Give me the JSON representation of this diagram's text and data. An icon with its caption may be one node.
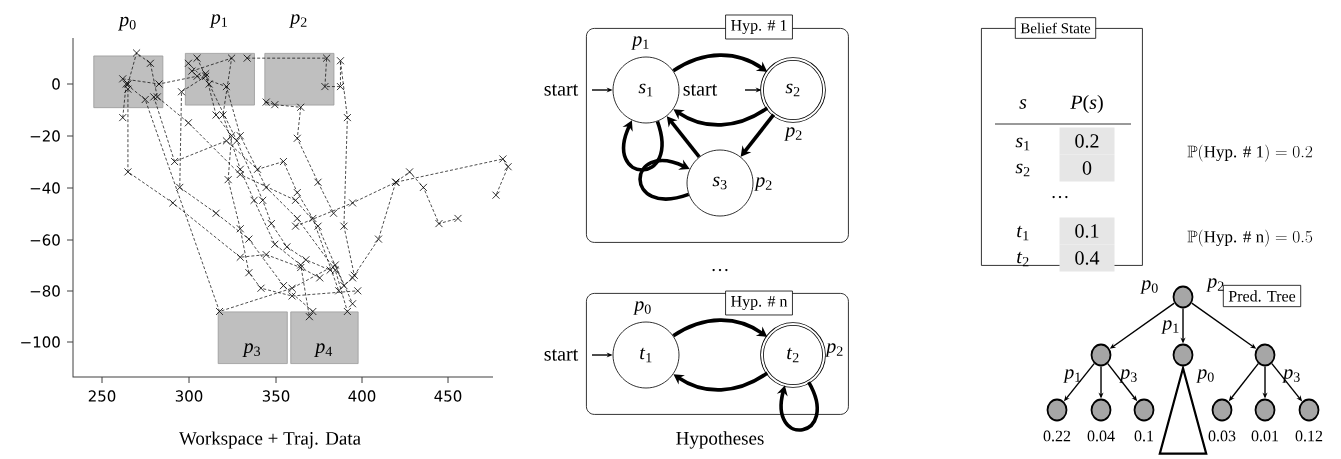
{
  "diagram": {
    "nodes": [
      {
        "text": [
          "*p*$_{0}$"
        ]
      },
      {
        "text": [
          "*p*$_{1}$"
        ]
      },
      {
        "text": [
          "*p*$_{2}$"
        ]
      },
      {
        "text": [
          "*p*$_{3}$"
        ]
      },
      {
        "text": [
          "*p*$_{4}$"
        ]
      },
      {
        "text": [
          "Hyp. # 1"
        ]
      },
      {
        "text": [
          "*s*$_{1}$"
        ],
        "in": 5,
        "beside": [
          "*p*$_{1}$"
        ]
      },
      {
        "text": [
          "*s*$_{2}$"
        ],
        "in": 5,
        "beside": [
          "*p*$_{2}$"
        ]
      },
      {
        "text": [
          "*s*$_{3}$"
        ],
        "in": 5,
        "beside": [
          "*p*$_{2}$"
        ]
      },
      {
        "text": [
          "Hyp. # n"
        ]
      },
      {
        "text": [
          "*t*$_{1}$"
        ],
        "in": 9,
        "beside": [
          "*p*$_{0}$"
        ]
      },
      {
        "text": [
          "*t*$_{2}$"
        ],
        "in": 9,
        "beside": [
          "*p*$_{2}$"
        ]
      },
      {
        "text": [
          "Belief State"
        ]
      },
      {
        "text": [
          "Pred. Tree"
        ]
      },
      {
        "text": [],
        "shape": "circle"
      },
      {
        "text": [],
        "shape": "circle"
      },
      {
        "text": [],
        "shape": "circle"
      },
      {
        "text": [],
        "shape": "circle"
      },
      {
        "text": [],
        "shape": "circle",
        "beside": [
          "0.22"
        ]
      },
      {
        "text": [],
        "shape": "circle",
        "beside": [
          "0.04"
        ]
      },
      {
        "text": [],
        "shape": "circle",
        "beside": [
          "0.1"
        ]
      },
      {
        "text": [],
        "shape": "triangle"
      },
      {
        "text": [],
        "shape": "circle",
        "beside": [
          "0.03"
        ]
      },
      {
        "text": [],
        "shape": "circle",
        "beside": [
          "0.01"
        ]
      },
      {
        "text": [],
        "shape": "circle",
        "beside": [
          "0.12"
        ]
      }
    ],
    "edges": [
      {
        "from": null,
        "to": 6,
        "arrow": "to",
        "label": "start"
      },
      {
        "from": null,
        "to": 7,
        "arrow": "to",
        "label": "start"
      },
      {
        "from": 6,
        "to": 7,
        "arrow": "to",
        "style": "thick"
      },
      {
        "from": 7,
        "to": 6,
        "arrow": "to",
        "style": "thick"
      },
      {
        "from": 6,
        "to": 6,
        "arrow": "to",
        "style": "thick"
      },
      {
        "from": 7,
        "to": 8,
        "arrow": "to",
        "style": "thick"
      },
      {
        "from": 8,
        "to": 6,
        "arrow": "to",
        "style": "thick"
      },
      {
        "from": 8,
        "to": 8,
        "arrow": "to",
        "style": "thick"
      },
      {
        "from": null,
        "to": 10,
        "arrow": "to",
        "label": "start"
      },
      {
        "from": 10,
        "to": 11,
        "arrow": "to",
        "style": "thick"
      },
      {
        "from": 11,
        "to": 10,
        "arrow": "to",
        "style": "thick"
      },
      {
        "from": 11,
        "to": 11,
        "arrow": "to",
        "style": "thick"
      },
      {
        "from": 14,
        "to": 15,
        "arrow": "to",
        "label": "*p*$_{0}$"
      },
      {
        "from": 14,
        "to": 16,
        "arrow": "to",
        "label": "*p*$_{1}$"
      },
      {
        "from": 14,
        "to": 17,
        "arrow": "to",
        "label": "*p*$_{2}$"
      },
      {
        "from": 15,
        "to": 18,
        "arrow": "to",
        "label": "*p*$_{1}$"
      },
      {
        "from": 15,
        "to": 19,
        "arrow": "to"
      },
      {
        "from": 15,
        "to": 20,
        "arrow": "to",
        "label": "*p*$_{3}$"
      },
      {
        "from": 17,
        "to": 22,
        "arrow": "to",
        "label": "*p*$_{0}$"
      },
      {
        "from": 17,
        "to": 23,
        "arrow": "to"
      },
      {
        "from": 17,
        "to": 24,
        "arrow": "to",
        "label": "*p*$_{3}$"
      }
    ],
    "labels": [
      "0",
      "−20",
      "−40",
      "−60",
      "−80",
      "−100",
      "250",
      "300",
      "350",
      "400",
      "450",
      "Workspace + Traj. Data",
      "…",
      "Hypotheses",
      "*s*",
      "*P*(*s*)",
      "*s*$_{1}$",
      "0.2",
      "*s*$_{2}$",
      "0",
      "…",
      "*t*$_{1}$",
      "0.1",
      "*t*$_{2}$",
      "0.4",
      "\\mathbb{P}(\\text{Hyp. \\# 1}) = 0.2",
      "\\mathbb{P}(\\text{Hyp. \\# n}) = 0.5"
    ]
  }
}
